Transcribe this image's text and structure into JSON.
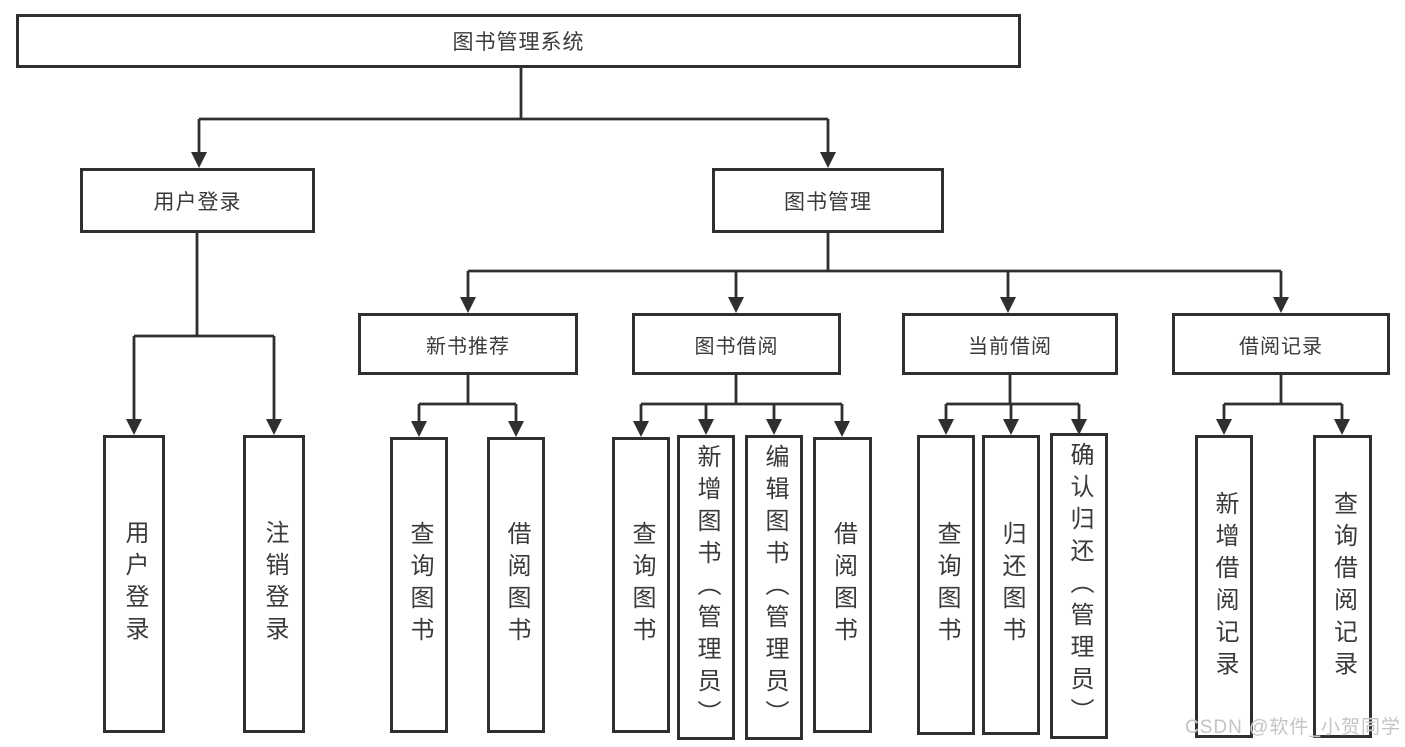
{
  "diagram": {
    "title": "图书管理系统",
    "branches": [
      {
        "label": "用户登录",
        "leaves": [
          "用户登录",
          "注销登录"
        ]
      },
      {
        "label": "图书管理",
        "categories": [
          {
            "label": "新书推荐",
            "leaves": [
              "查询图书",
              "借阅图书"
            ]
          },
          {
            "label": "图书借阅",
            "leaves": [
              "查询图书",
              "新增图书（管理员）",
              "编辑图书（管理员）",
              "借阅图书"
            ]
          },
          {
            "label": "当前借阅",
            "leaves": [
              "查询图书",
              "归还图书",
              "确认归还（管理员）"
            ]
          },
          {
            "label": "借阅记录",
            "leaves": [
              "新增借阅记录",
              "查询借阅记录"
            ]
          }
        ]
      }
    ]
  },
  "watermark": {
    "text": "CSDN @软件_小贺同学"
  },
  "colors": {
    "line": "#2f2f2f",
    "text": "#3a3a3a",
    "background": "#ffffff",
    "watermark": "#c4c4c4"
  }
}
